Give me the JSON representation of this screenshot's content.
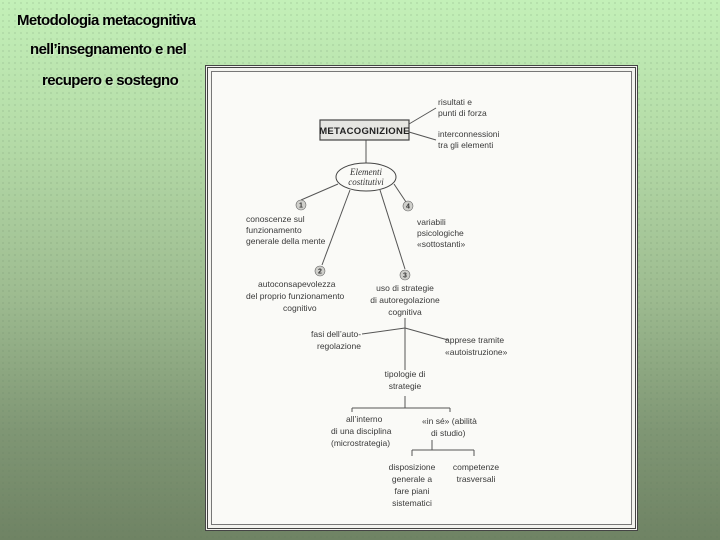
{
  "slide": {
    "title_lines": [
      "Metodologia metacognitiva",
      "nell’insegnamento e nel",
      "recupero e sostegno"
    ]
  },
  "diagram": {
    "root": "METACOGNIZIONE",
    "root_notes": [
      [
        "risultati e",
        "punti di forza"
      ],
      [
        "interconnessioni",
        "tra gli elementi"
      ]
    ],
    "hub": [
      "Elementi",
      "costitutivi"
    ],
    "elements": [
      {
        "number": "1",
        "lines": [
          "conoscenze sul",
          "funzionamento",
          "generale della mente"
        ]
      },
      {
        "number": "2",
        "lines": [
          "autoconsapevolezza",
          "del proprio funzionamento",
          "cognitivo"
        ]
      },
      {
        "number": "3",
        "lines": [
          "uso di strategie",
          "di autoregolazione",
          "cognitiva"
        ]
      },
      {
        "number": "4",
        "lines": [
          "variabili",
          "psicologiche",
          "«sottostanti»"
        ]
      }
    ],
    "strategy_branches": [
      [
        "fasi dell’auto-",
        "regolazione"
      ],
      [
        "apprese tramite",
        "«autoistruzione»"
      ]
    ],
    "strategy_types": [
      "tipologie di",
      "strategie"
    ],
    "type_branches": [
      [
        "all’interno",
        "di una disciplina",
        "(microstrategia)"
      ],
      [
        "«in sé» (abilità",
        "di studio)"
      ]
    ],
    "study_branches": [
      [
        "disposizione",
        "generale a",
        "fare piani",
        "sistematici"
      ],
      [
        "competenze",
        "trasversali"
      ]
    ]
  }
}
